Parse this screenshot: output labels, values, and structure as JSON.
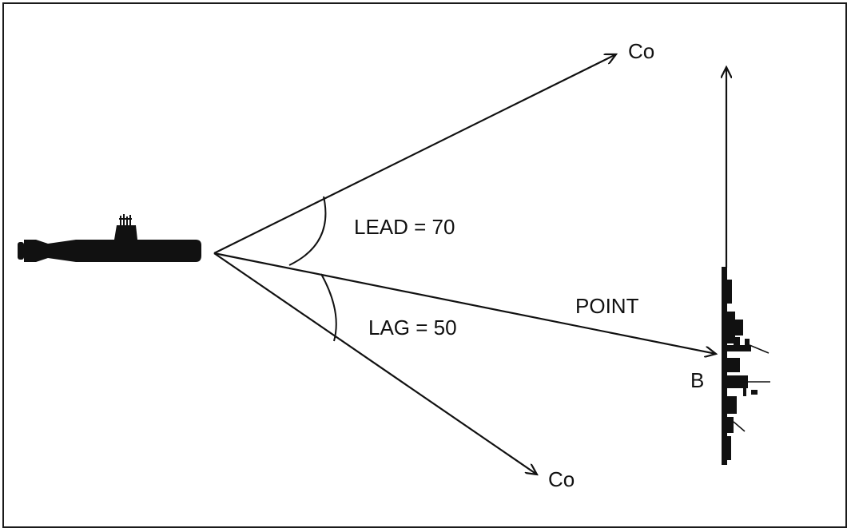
{
  "diagram": {
    "labels": {
      "co_upper": "Co",
      "co_lower": "Co",
      "lead": "LEAD = 70",
      "lag": "LAG = 50",
      "point": "POINT",
      "target_bearing": "B"
    },
    "angles": {
      "lead_degrees": 70,
      "lag_degrees": 50
    },
    "icons": {
      "own_ship": "submarine-icon",
      "target": "warship-icon"
    },
    "colors": {
      "ink": "#111111",
      "background": "#ffffff"
    }
  }
}
